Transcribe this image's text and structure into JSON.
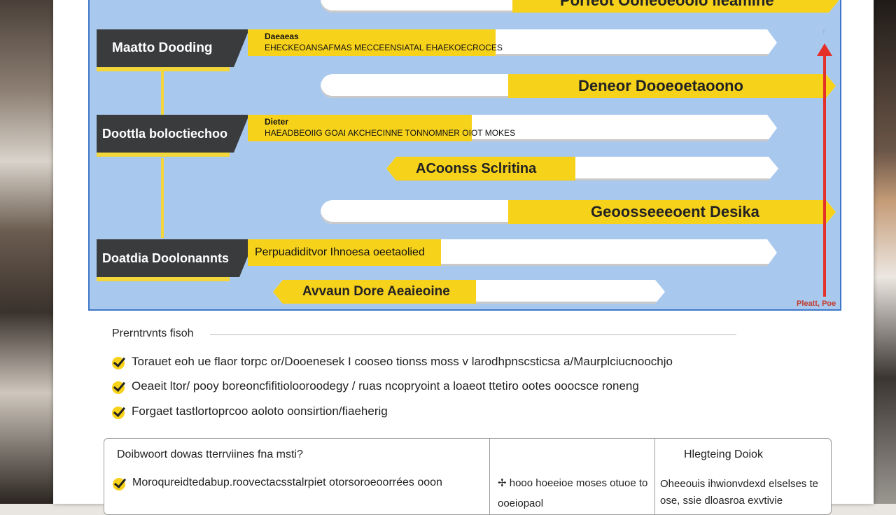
{
  "diagram": {
    "stages": [
      {
        "label": "Maatto Dooding",
        "desc_title": "Daeaeas",
        "desc_text": "EHECKEOANSAFMAS  MECCEENSIATAL EHAEKOECROCES"
      },
      {
        "label": "Doottla boloctiechoo",
        "desc_title": "Dieter",
        "desc_text": "HAEADBEOIIG GOAI AKCHECINNE TONNOMNER OIOT MOKES"
      },
      {
        "label": "Doatdia Doolonannts",
        "desc_title": "",
        "desc_text": "Perpuadiditvor Ihnoesa oeetaolied"
      }
    ],
    "outcomes": [
      {
        "text": "Porfeot Ooneoeoolo lleamine"
      },
      {
        "text": "Deneor Dooeoetaoono"
      },
      {
        "text": "ACoonss Sclritina"
      },
      {
        "text": "Geoosseeeoent Desika"
      },
      {
        "text": "Avvaun Dore Aeaieoine"
      }
    ],
    "axis_label": "Pleatt, Poe",
    "axis_top": "↑"
  },
  "checklist": {
    "heading": "Prerntrvnts fisoh",
    "items": [
      "Torauet eoh ue flaor torpc or/Dooenesek I cooseo tionss moss v larodhpnscsticsa a/Maurplciucnoochjo",
      "Oeaeit ltor/ pooy boreoncfifitiolooroodegy / ruas ncopryoint a loaeot ttetiro ootes ooocsce roneng",
      "Forgaet tastlortoprcoo aoloto oonsirtion/fiaeherig"
    ]
  },
  "table": {
    "col1_header": "Doibwoort dowas tterrviines fna msti?",
    "col1_row1": "Moroqureidtedabup.roovectacsstalrpiet otorsoroeoorrées ooon",
    "col2_row1": "✢ hooo hoeeioe moses otuoe to",
    "col2_row2": "ooeiopaol",
    "col3_header": "Hlegteing Doiok",
    "col3_row1": "Oheeouis ihwionvdexd elselses te",
    "col3_row2": "ose, ssie dloasroa exvtivie"
  },
  "colors": {
    "accent_yellow": "#f7d21b",
    "panel_blue": "#a9c8ee",
    "arrow_red": "#e5302a",
    "label_dark": "#3a3b3d"
  }
}
